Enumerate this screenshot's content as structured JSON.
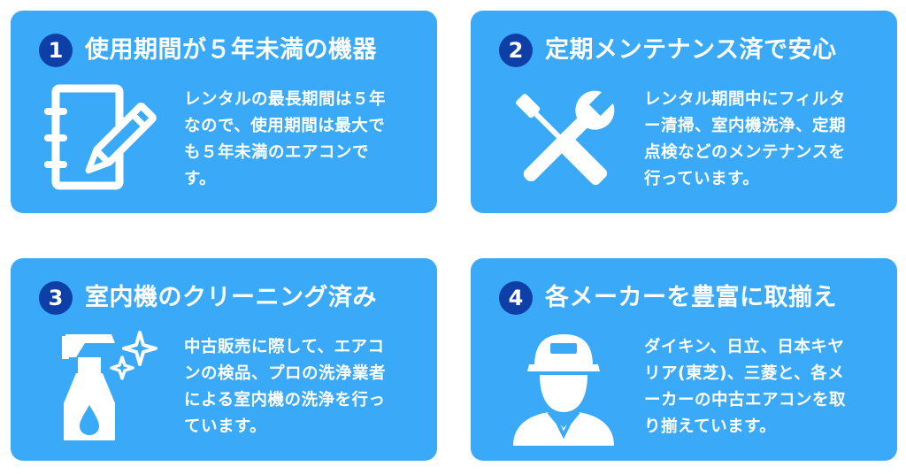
{
  "colors": {
    "card_background": "#3aa9f8",
    "badge_background": "#0e3fa6",
    "text": "#ffffff"
  },
  "cards": [
    {
      "number": "1",
      "title": "使用期間が５年未満の機器",
      "icon": "notebook-pencil-icon",
      "lines": [
        "レンタルの最長期間は５年",
        "なので、使用期間は最大で",
        "も５年未満のエアコンで",
        "す。"
      ]
    },
    {
      "number": "2",
      "title": "定期メンテナンス済で安心",
      "icon": "screwdriver-wrench-icon",
      "lines": [
        "レンタル期間中にフィルタ",
        "ー清掃、室内機洗浄、定期",
        "点検などのメンテナンスを",
        "行っています。"
      ]
    },
    {
      "number": "3",
      "title": "室内機のクリーニング済み",
      "icon": "spray-bottle-sparkle-icon",
      "lines": [
        "中古販売に際して、エアコ",
        "ンの検品、プロの洗浄業者",
        "による室内機の洗浄を行っ",
        "ています。"
      ]
    },
    {
      "number": "4",
      "title": "各メーカーを豊富に取揃え",
      "icon": "technician-icon",
      "lines": [
        "ダイキン、日立、日本キヤ",
        "リア(東芝)、三菱と、各メ",
        "ーカーの中古エアコンを取",
        "り揃えています。"
      ]
    }
  ]
}
